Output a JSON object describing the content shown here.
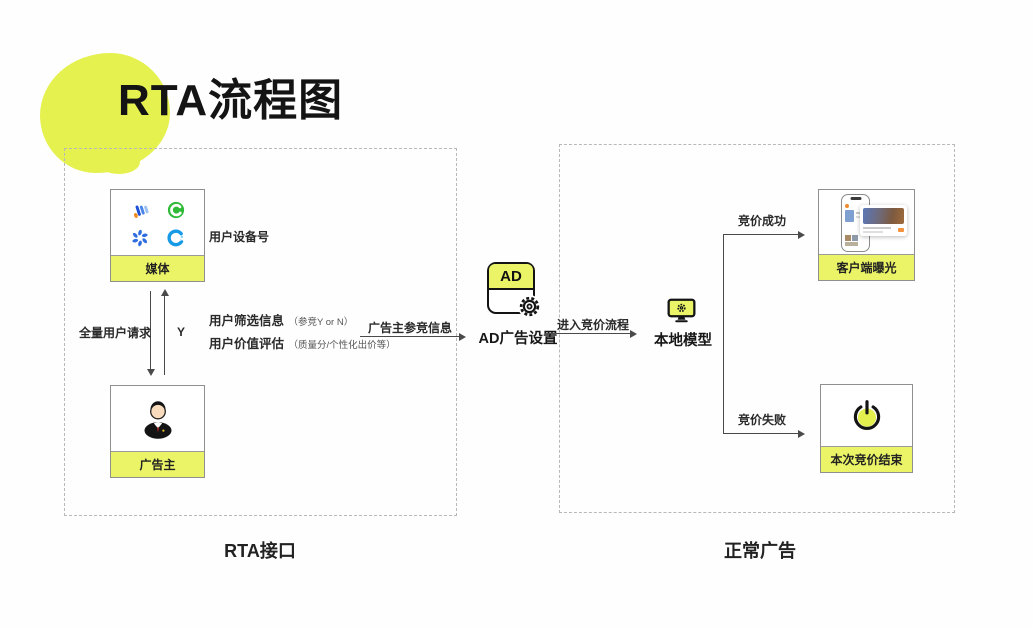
{
  "title": "RTA流程图",
  "colors": {
    "lime_strip": "#EAF466",
    "lime_blob": "#E5F14F",
    "line": "#4A4A4A"
  },
  "left_panel": {
    "caption": "RTA接口",
    "media_box": {
      "label": "媒体",
      "icons": [
        "colorful-m-app-icon",
        "green-swirl-app-icon",
        "blue-pinwheel-app-icon",
        "blue-c-app-icon"
      ]
    },
    "advertiser_box": {
      "label": "广告主",
      "icon": "businessman-icon"
    },
    "device_text": "用户设备号",
    "down_arrow_label": "全量用户请求",
    "up_arrow_label": "Y",
    "filter_line": {
      "main": "用户筛选信息",
      "paren": "（参竞Y or N）"
    },
    "value_line": {
      "main": "用户价值评估",
      "paren": "（质量分/个性化出价等）"
    }
  },
  "middle": {
    "to_ad_arrow_label": "广告主参竞信息",
    "ad_badge_text": "AD",
    "ad_caption": "AD广告设置",
    "ad_icon": "ad-card-gear-icon",
    "to_model_arrow_label": "进入竞价流程",
    "model_caption": "本地模型",
    "model_icon": "monitor-gear-icon"
  },
  "right_panel": {
    "caption": "正常广告",
    "success_arrow_label": "竞价成功",
    "fail_arrow_label": "竞价失败",
    "exposure_box": {
      "label": "客户端曝光",
      "icon": "phone-ad-card-icon"
    },
    "end_box": {
      "label": "本次竞价结束",
      "icon": "power-icon"
    }
  }
}
